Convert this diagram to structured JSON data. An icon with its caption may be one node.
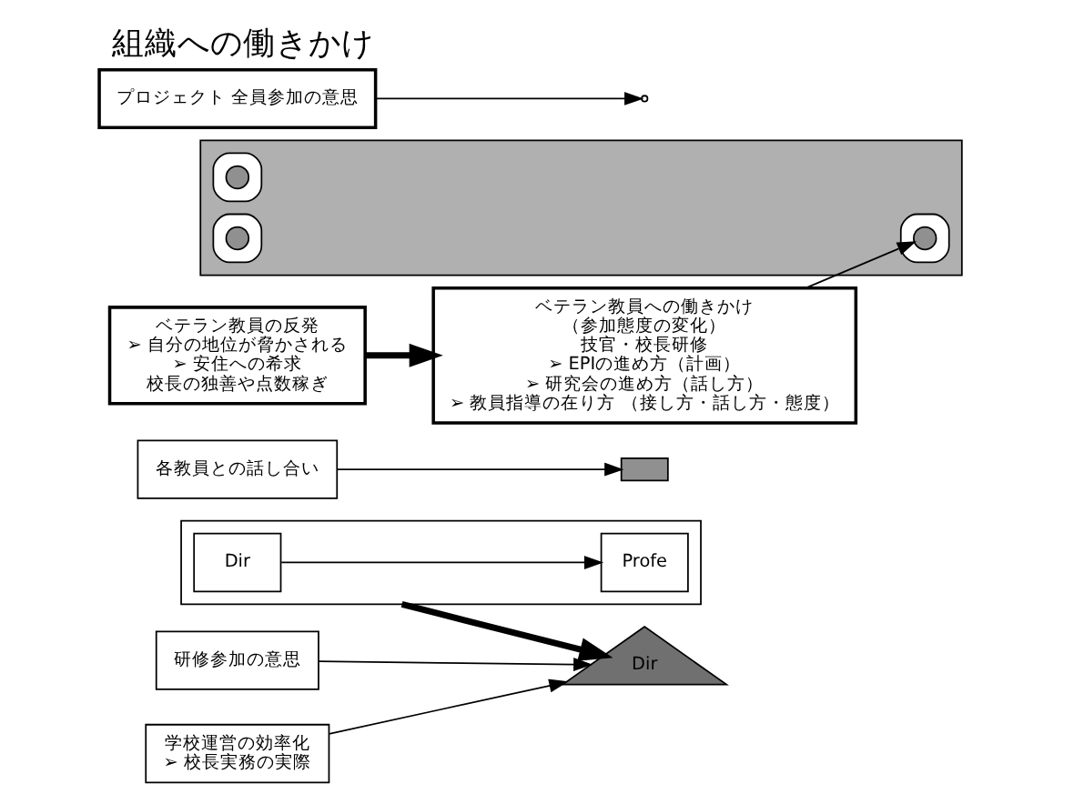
{
  "diagram": {
    "title": "組織への働きかけ",
    "nodes": [
      {
        "text": [],
        "shape": "triangle"
      },
      {
        "text": [
          "Dir"
        ],
        "in": 0
      },
      {
        "text": [
          "Profe"
        ],
        "in": 0
      },
      {
        "text": [
          "Dir"
        ]
      },
      {
        "text": [],
        "shape": "box"
      },
      {
        "text": [],
        "shape": "trapezoid"
      },
      {
        "text": [],
        "shape": "ellipse",
        "in": 5
      },
      {
        "text": [],
        "shape": "ellipse",
        "in": 5
      },
      {
        "text": [],
        "shape": "ellipse",
        "in": 5
      },
      {
        "text": [],
        "shape": "circle",
        "in": 6
      },
      {
        "text": [],
        "shape": "circle",
        "in": 7
      },
      {
        "text": [],
        "shape": "circle",
        "in": 8
      },
      {
        "text": [
          "研修参加の意思"
        ]
      },
      {
        "text": [
          "各教員との話し合い"
        ]
      },
      {
        "text": [
          "プロジェクト 全員参加の意思"
        ]
      },
      {
        "text": [
          "学校運営の効率化",
          "➢ 校長実務の実際"
        ]
      },
      {
        "text": [
          "ベテラン教員への働きかけ",
          "（参加態度の変化）",
          "技官・校長研修",
          "➢ EPIの進め方（計画）",
          "➢ 研究会の進め方（話し方）",
          "➢ 教員指導の在り方 （接し方・話し方・態度）"
        ]
      },
      {
        "text": [
          "ベテラン教員の反発",
          "➢ 自分の地位が脅かされる",
          "➢ 安住への希求",
          "校長の独善や点数稼ぎ"
        ]
      }
    ],
    "edges": [
      {
        "from": 1,
        "to": 2,
        "arrow": "to"
      },
      {
        "from": 0,
        "to": 3,
        "arrow": "to",
        "style": "thick"
      },
      {
        "from": 12,
        "to": 3,
        "arrow": "to"
      },
      {
        "from": 13,
        "to": 4,
        "arrow": "to"
      },
      {
        "from": 14,
        "to": null,
        "arrow": "to"
      },
      {
        "from": 15,
        "to": 3,
        "arrow": "to"
      },
      {
        "from": 16,
        "to": 10,
        "arrow": "to"
      },
      {
        "from": 17,
        "to": 16,
        "arrow": "to",
        "style": "thick"
      }
    ]
  }
}
